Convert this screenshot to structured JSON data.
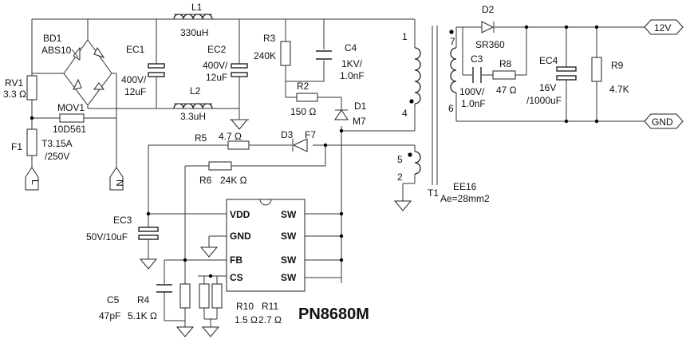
{
  "components": {
    "bd1": {
      "ref": "BD1",
      "value": "ABS10"
    },
    "rv1": {
      "ref": "RV1",
      "value": "3.3 Ω"
    },
    "f1": {
      "ref": "F1",
      "value1": "T3.15A",
      "value2": "/250V"
    },
    "mov1": {
      "ref": "MOV1",
      "value": "10D561"
    },
    "ec1": {
      "ref": "EC1",
      "value1": "400V/",
      "value2": "12uF"
    },
    "l1": {
      "ref": "L1",
      "value": "330uH"
    },
    "ec2": {
      "ref": "EC2",
      "value1": "400V/",
      "value2": "12uF"
    },
    "l2": {
      "ref": "L2",
      "value": "3.3uH"
    },
    "r3": {
      "ref": "R3",
      "value": "240K"
    },
    "c4": {
      "ref": "C4",
      "value1": "1KV/",
      "value2": "1.0nF"
    },
    "r2": {
      "ref": "R2",
      "value": "150 Ω"
    },
    "d1": {
      "ref": "D1",
      "value": "M7"
    },
    "d3": {
      "ref": "D3",
      "value": "F7"
    },
    "r5": {
      "ref": "R5",
      "value": "4.7 Ω"
    },
    "r6": {
      "ref": "R6",
      "value": "24K Ω"
    },
    "ec3": {
      "ref": "EC3",
      "value": "50V/10uF"
    },
    "c5": {
      "ref": "C5",
      "value": "47pF"
    },
    "r4": {
      "ref": "R4",
      "value": "5.1K Ω"
    },
    "r10": {
      "ref": "R10",
      "value": "1.5 Ω"
    },
    "r11": {
      "ref": "R11",
      "value": "2.7 Ω"
    },
    "t1": {
      "ref": "T1",
      "core": "EE16",
      "ae": "Ae=28mm2"
    },
    "d2": {
      "ref": "D2",
      "value": "SR360"
    },
    "c3": {
      "ref": "C3",
      "value1": "100V/",
      "value2": "1.0nF"
    },
    "r8": {
      "ref": "R8",
      "value": "47 Ω"
    },
    "ec4": {
      "ref": "EC4",
      "value1": "16V",
      "value2": "/1000uF"
    },
    "r9": {
      "ref": "R9",
      "value": "4.7K"
    }
  },
  "pins": {
    "p1": "1",
    "p4": "4",
    "p5": "5",
    "p2": "2",
    "p7": "7",
    "p6": "6"
  },
  "ic": {
    "name": "PN8680M",
    "left_pins": [
      "VDD",
      "GND",
      "FB",
      "CS"
    ],
    "right_pins": [
      "SW",
      "SW",
      "SW",
      "SW"
    ]
  },
  "connectors": {
    "l": "L",
    "n": "N",
    "out_pos": "12V",
    "out_gnd": "GND"
  }
}
